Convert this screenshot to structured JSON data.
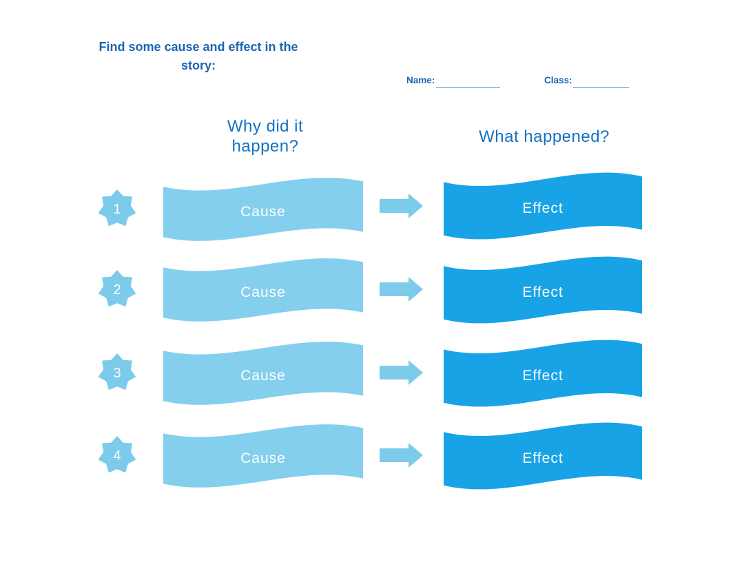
{
  "title": "Find some cause and effect in the story:",
  "form": {
    "name_label": "Name:",
    "name_value": "",
    "class_label": "Class:",
    "class_value": ""
  },
  "headers": {
    "left": "Why did it happen?",
    "right": "What happened?"
  },
  "rows": [
    {
      "number": "1",
      "cause_label": "Cause",
      "effect_label": "Effect"
    },
    {
      "number": "2",
      "cause_label": "Cause",
      "effect_label": "Effect"
    },
    {
      "number": "3",
      "cause_label": "Cause",
      "effect_label": "Effect"
    },
    {
      "number": "4",
      "cause_label": "Cause",
      "effect_label": "Effect"
    }
  ],
  "icons": {
    "badge": "seven-point-star-icon",
    "arrow": "right-arrow-icon"
  },
  "colors": {
    "cause_fill": "#84CFED",
    "effect_fill": "#17A3E6",
    "badge_fill": "#7CCBEA",
    "arrow_fill": "#7CCBEA",
    "title_text": "#1866B0",
    "header_text": "#1471C4",
    "banner_text": "#FFFFFF",
    "underline": "#4E90D2",
    "background": "#FFFFFF"
  }
}
